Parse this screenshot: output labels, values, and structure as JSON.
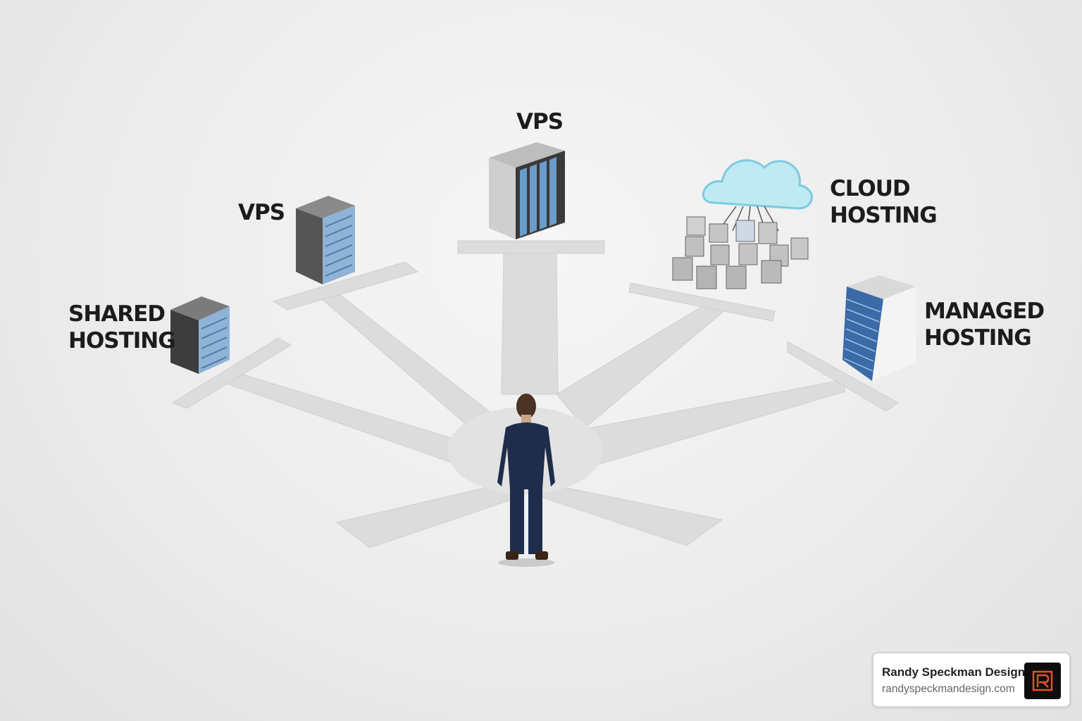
{
  "labels": {
    "shared_line1": "SHARED",
    "shared_line2": "HOSTING",
    "vps_left": "VPS",
    "vps_top": "VPS",
    "cloud_line1": "CLOUD",
    "cloud_line2": "HOSTING",
    "managed_line1": "MANAGED",
    "managed_line2": "HOSTING"
  },
  "badge": {
    "name": "Randy Speckman Design",
    "url": "randyspeckmandesign.com",
    "logo_icon": "rs-monogram-icon"
  },
  "colors": {
    "background": "#ececec",
    "path": "#dedede",
    "server_dark": "#4a4a4a",
    "server_blue": "#6a9ccc",
    "suit": "#1f2d4d",
    "logo_accent": "#e4502a",
    "cloud": "#a8e0ec"
  }
}
